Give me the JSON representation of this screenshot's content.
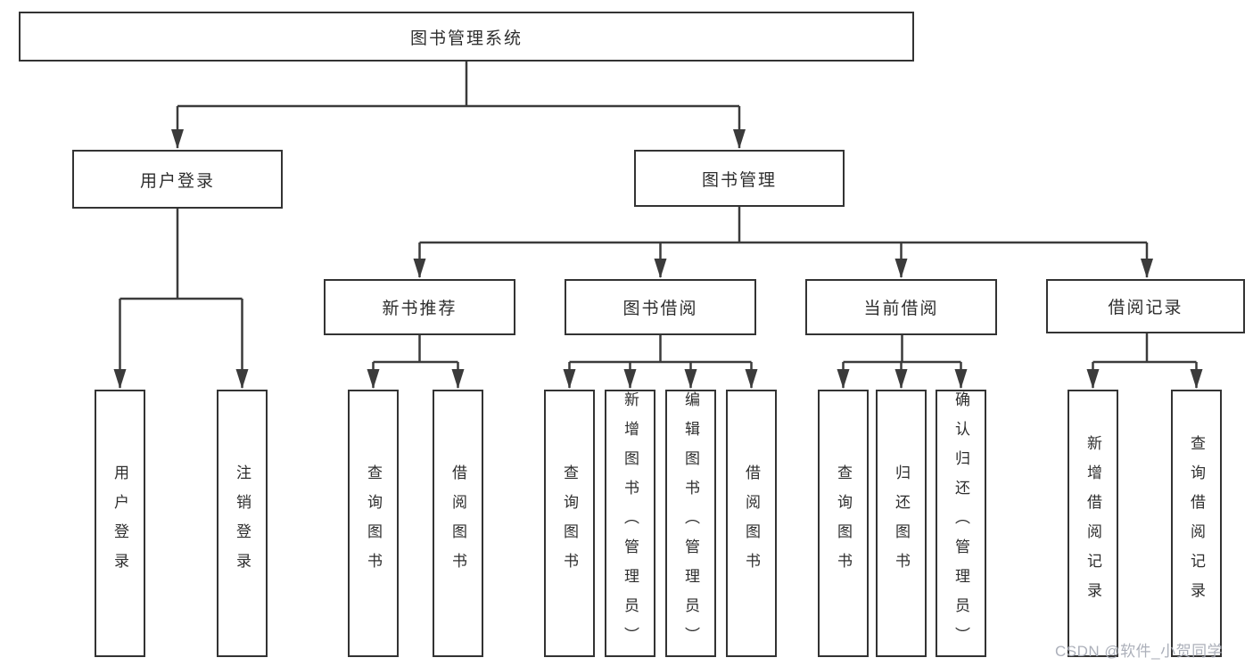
{
  "diagram": {
    "root": {
      "label": "图书管理系统"
    },
    "branches": [
      {
        "label": "用户登录",
        "children": [
          {
            "label": "用户登录"
          },
          {
            "label": "注销登录"
          }
        ]
      },
      {
        "label": "图书管理",
        "children": [
          {
            "label": "新书推荐",
            "children": [
              {
                "label": "查询图书"
              },
              {
                "label": "借阅图书"
              }
            ]
          },
          {
            "label": "图书借阅",
            "children": [
              {
                "label": "查询图书"
              },
              {
                "label": "新增图书（管理员）"
              },
              {
                "label": "编辑图书（管理员）"
              },
              {
                "label": "借阅图书"
              }
            ]
          },
          {
            "label": "当前借阅",
            "children": [
              {
                "label": "查询图书"
              },
              {
                "label": "归还图书"
              },
              {
                "label": "确认归还（管理员）"
              }
            ]
          },
          {
            "label": "借阅记录",
            "children": [
              {
                "label": "新增借阅记录"
              },
              {
                "label": "查询借阅记录"
              }
            ]
          }
        ]
      }
    ]
  },
  "watermark": {
    "text": "CSDN @软件_小贺同学"
  },
  "colors": {
    "line": "#3b3b3b",
    "box_border": "#333333",
    "text": "#2e2e2e",
    "background": "#ffffff",
    "watermark": "#a8acb6"
  }
}
